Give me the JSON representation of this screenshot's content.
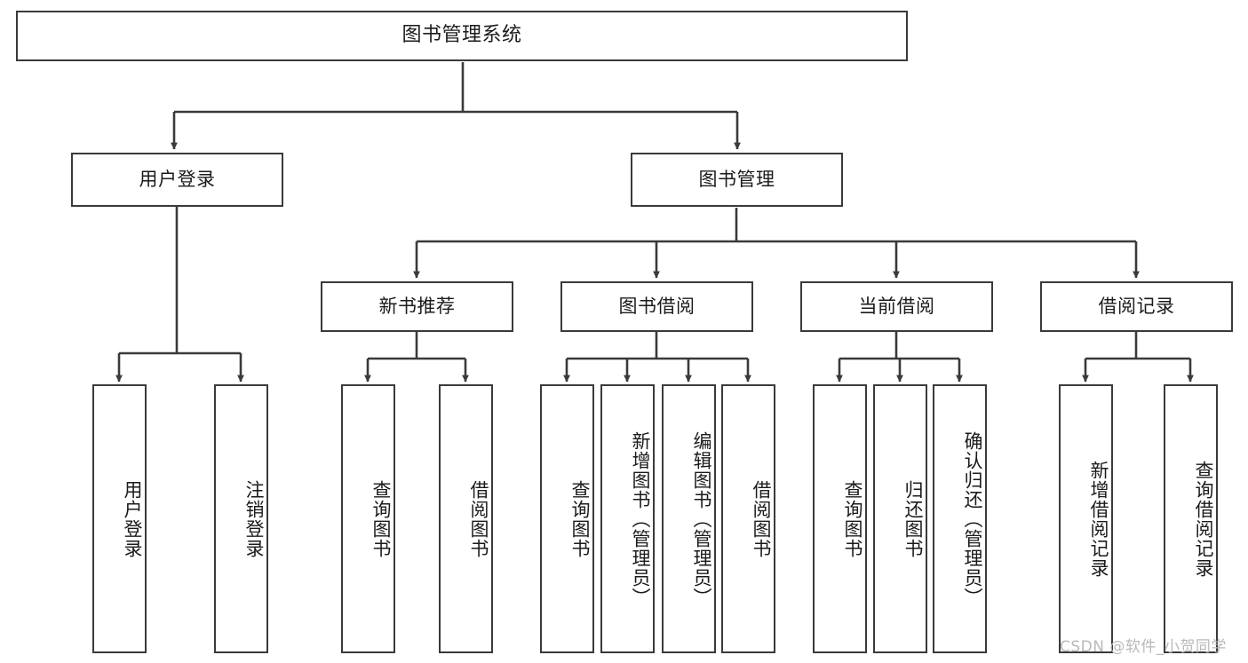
{
  "title": "图书管理系统",
  "diagram": {
    "type": "tree-hierarchy-chart",
    "root": {
      "label": "图书管理系统"
    },
    "level2": [
      {
        "label": "用户登录"
      },
      {
        "label": "图书管理"
      }
    ],
    "level3": [
      {
        "label": "新书推荐"
      },
      {
        "label": "图书借阅"
      },
      {
        "label": "当前借阅"
      },
      {
        "label": "借阅记录"
      }
    ],
    "leaves": {
      "user_login": [
        {
          "label": "用户登录"
        },
        {
          "label": "注销登录"
        }
      ],
      "new_book_recommend": [
        {
          "label": "查询图书"
        },
        {
          "label": "借阅图书"
        }
      ],
      "book_borrow": [
        {
          "label": "查询图书"
        },
        {
          "label": "新增图书（管理员）"
        },
        {
          "label": "编辑图书（管理员）"
        },
        {
          "label": "借阅图书"
        }
      ],
      "current_borrow": [
        {
          "label": "查询图书"
        },
        {
          "label": "归还图书"
        },
        {
          "label": "确认归还（管理员）"
        }
      ],
      "borrow_record": [
        {
          "label": "新增借阅记录"
        },
        {
          "label": "查询借阅记录"
        }
      ]
    }
  },
  "watermark": {
    "text": "CSDN @软件_小贺同学"
  },
  "colors": {
    "stroke": "#3a3a3a",
    "fill": "#ffffff",
    "text": "#1b1b1b",
    "watermark": "#b9b9b9"
  }
}
